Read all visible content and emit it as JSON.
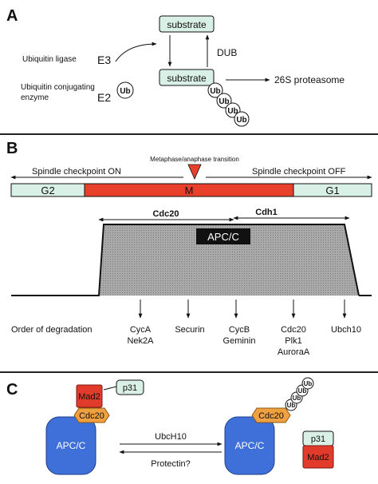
{
  "panel_a": {
    "letter": "A",
    "substrate_top": "substrate",
    "substrate_bottom": "substrate",
    "dub": "DUB",
    "ligase_label": "Ubiquitin ligase",
    "e3": "E3",
    "conj_line1": "Ubiquitin conjugating",
    "conj_line2": "enzyme",
    "e2": "E2",
    "ub": "Ub",
    "proteasome": "26S proteasome",
    "colors": {
      "substrate_fill": "#d9f0e6",
      "ub_fill": "#ffffff"
    }
  },
  "panel_b": {
    "letter": "B",
    "transition": "Metaphase/anaphase transition",
    "checkpoint_on": "Spindle checkpoint ON",
    "checkpoint_off": "Spindle checkpoint OFF",
    "phases": [
      "G2",
      "M",
      "G1"
    ],
    "cdc20": "Cdc20",
    "cdh1": "Cdh1",
    "apcc": "APC/C",
    "order_label": "Order of degradation",
    "targets": [
      {
        "lines": [
          "CycA",
          "Nek2A"
        ]
      },
      {
        "lines": [
          "Securin"
        ]
      },
      {
        "lines": [
          "CycB",
          "Geminin"
        ]
      },
      {
        "lines": [
          "Cdc20",
          "Plk1",
          "AuroraA"
        ]
      },
      {
        "lines": [
          "Ubch10"
        ]
      }
    ],
    "colors": {
      "g_phase": "#d9f0e6",
      "m_phase": "#e8402a",
      "activity": "#a9a9a9",
      "marker": "#e8402a"
    }
  },
  "panel_c": {
    "letter": "C",
    "apcc_left": "APC/C",
    "apcc_right": "APC/C",
    "mad2_left": "Mad2",
    "mad2_right": "Mad2",
    "cdc20_left": "Cdc20",
    "cdc20_right": "Cdc20",
    "p31_left": "p31",
    "p31_right": "p31",
    "ubch10": "UbcH10",
    "protectin": "Protectin?",
    "ub": "Ub",
    "colors": {
      "apcc": "#3f6fd8",
      "mad2": "#e23b2c",
      "cdc20": "#f0a040",
      "p31": "#d9f0e6"
    }
  }
}
